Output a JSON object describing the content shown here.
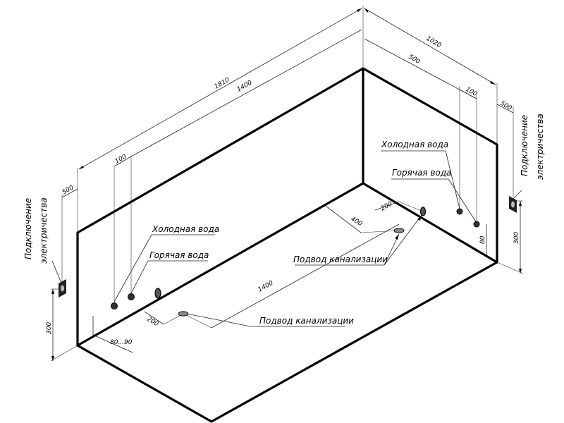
{
  "labels": {
    "cold_left": "Холодная вода",
    "hot_left": "Горячая вода",
    "sewer_left": "Подвод канализации",
    "cold_right": "Холодная вода",
    "hot_right": "Горячая вода",
    "sewer_right": "Подвод канализации",
    "power_left_1": "Подключение",
    "power_left_2": "электричества",
    "power_right_1": "Подключение",
    "power_right_2": "электричества"
  },
  "dims": {
    "d1810": "1810",
    "d1400_top": "1400",
    "d1020": "1020",
    "d500_top": "500",
    "d100_right": "100",
    "d500_far": "500",
    "d100_left": "100",
    "d500_left": "500",
    "d300_left": "300",
    "d300_right": "300",
    "d80_90": "80...90",
    "d200_left": "200",
    "d1400_mid": "1400",
    "d400": "400",
    "d200_right": "200",
    "d80": "80"
  },
  "colors": {
    "line": "#000000",
    "fitting": "#444444"
  }
}
